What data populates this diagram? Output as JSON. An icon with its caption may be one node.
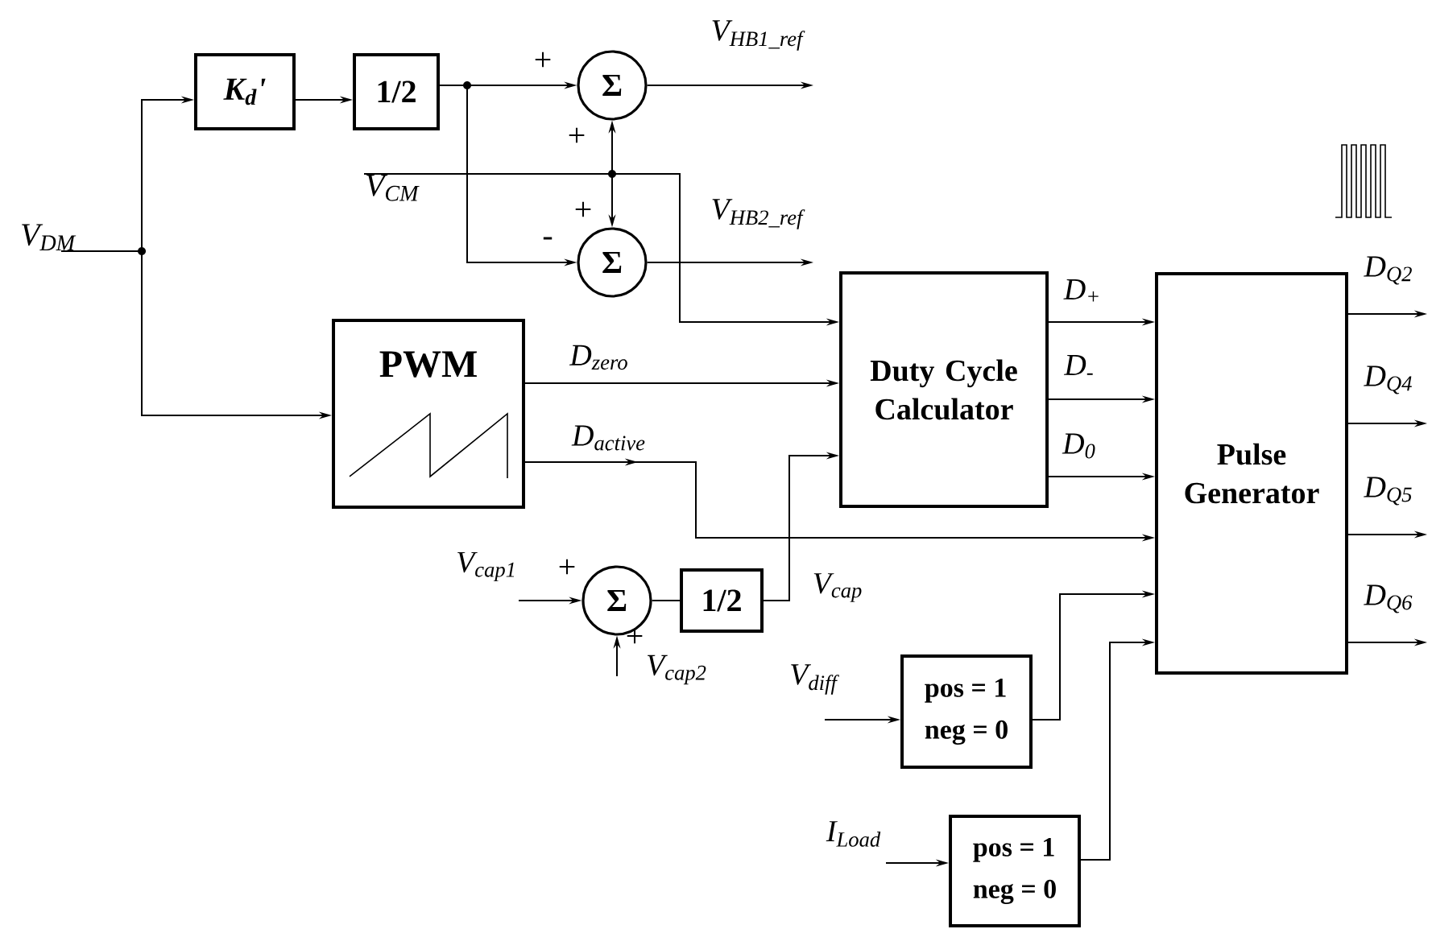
{
  "diagram": {
    "nodes": [
      {
        "text": [
          "K$_{d}$'"
        ]
      },
      {
        "text": [
          "1/2"
        ]
      },
      {
        "text": [
          "Σ"
        ]
      },
      {
        "text": [
          "Σ"
        ]
      },
      {
        "text": [
          "PWM"
        ]
      },
      {
        "text": [
          "Duty Cycle Calculator"
        ]
      },
      {
        "text": [
          "Pulse Generator"
        ]
      },
      {
        "text": [
          "Σ"
        ]
      },
      {
        "text": [
          "1/2"
        ]
      },
      {
        "text": [
          "pos = 1",
          "neg = 0"
        ]
      },
      {
        "text": [
          "pos = 1",
          "neg = 0"
        ]
      },
      {
        "text": [
          "V$_{DM}$"
        ]
      },
      {
        "text": [
          "V$_{CM}$"
        ]
      }
    ],
    "edges": [
      {
        "from": 11,
        "to": 0,
        "arrow": "to"
      },
      {
        "from": 11,
        "to": 4,
        "arrow": "to"
      },
      {
        "from": 0,
        "to": 1,
        "arrow": "to"
      },
      {
        "from": 1,
        "to": 2,
        "arrow": "to"
      },
      {
        "from": 1,
        "to": 3,
        "arrow": "to"
      },
      {
        "from": 12,
        "to": 2,
        "arrow": "to"
      },
      {
        "from": 12,
        "to": 3,
        "arrow": "to"
      },
      {
        "from": 12,
        "to": 5,
        "arrow": "to"
      },
      {
        "from": 2,
        "to": null,
        "arrow": "to",
        "label": "V$_{HB1_ref}$"
      },
      {
        "from": 3,
        "to": null,
        "arrow": "to",
        "label": "V$_{HB2_ref}$"
      },
      {
        "from": 4,
        "to": 5,
        "arrow": "to",
        "label": "D$_{zero}$"
      },
      {
        "from": 4,
        "to": 6,
        "arrow": "to",
        "label": "D$_{active}$"
      },
      {
        "from": null,
        "to": 7,
        "arrow": "to",
        "label": "V$_{cap1}$"
      },
      {
        "from": null,
        "to": 7,
        "arrow": "to",
        "label": "V$_{cap2}$"
      },
      {
        "from": 7,
        "to": 8,
        "arrow": "none"
      },
      {
        "from": 8,
        "to": 5,
        "arrow": "to",
        "label": "V$_{cap}$"
      },
      {
        "from": 5,
        "to": 6,
        "arrow": "to",
        "label": "D$_{+}$"
      },
      {
        "from": 5,
        "to": 6,
        "arrow": "to",
        "label": "D$_{-}$"
      },
      {
        "from": 5,
        "to": 6,
        "arrow": "to",
        "label": "D$_{0}$"
      },
      {
        "from": null,
        "to": 9,
        "arrow": "to",
        "label": "V$_{diff}$"
      },
      {
        "from": null,
        "to": 10,
        "arrow": "to",
        "label": "I$_{Load}$"
      },
      {
        "from": 9,
        "to": 6,
        "arrow": "to"
      },
      {
        "from": 10,
        "to": 6,
        "arrow": "to"
      },
      {
        "from": 6,
        "to": null,
        "arrow": "to",
        "label": "D$_{Q2}$"
      },
      {
        "from": 6,
        "to": null,
        "arrow": "to",
        "label": "D$_{Q4}$"
      },
      {
        "from": 6,
        "to": null,
        "arrow": "to",
        "label": "D$_{Q5}$"
      },
      {
        "from": 6,
        "to": null,
        "arrow": "to",
        "label": "D$_{Q6}$"
      }
    ],
    "labels": [
      "+",
      "+",
      "+",
      "-",
      "+",
      "+"
    ]
  }
}
